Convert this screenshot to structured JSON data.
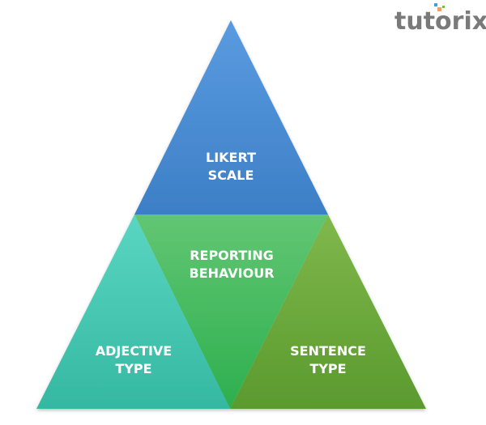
{
  "logo": {
    "text": "tutorix"
  },
  "diagram": {
    "top": {
      "line1": "LIKERT",
      "line2": "SCALE",
      "color": "#4a8fd6"
    },
    "middle": {
      "line1": "REPORTING",
      "line2": "BEHAVIOUR",
      "color": "#45bb5e"
    },
    "left": {
      "line1": "ADJECTIVE",
      "line2": "TYPE",
      "color": "#44c8b2"
    },
    "right": {
      "line1": "SENTENCE",
      "line2": "TYPE",
      "color": "#6aa83c"
    }
  }
}
